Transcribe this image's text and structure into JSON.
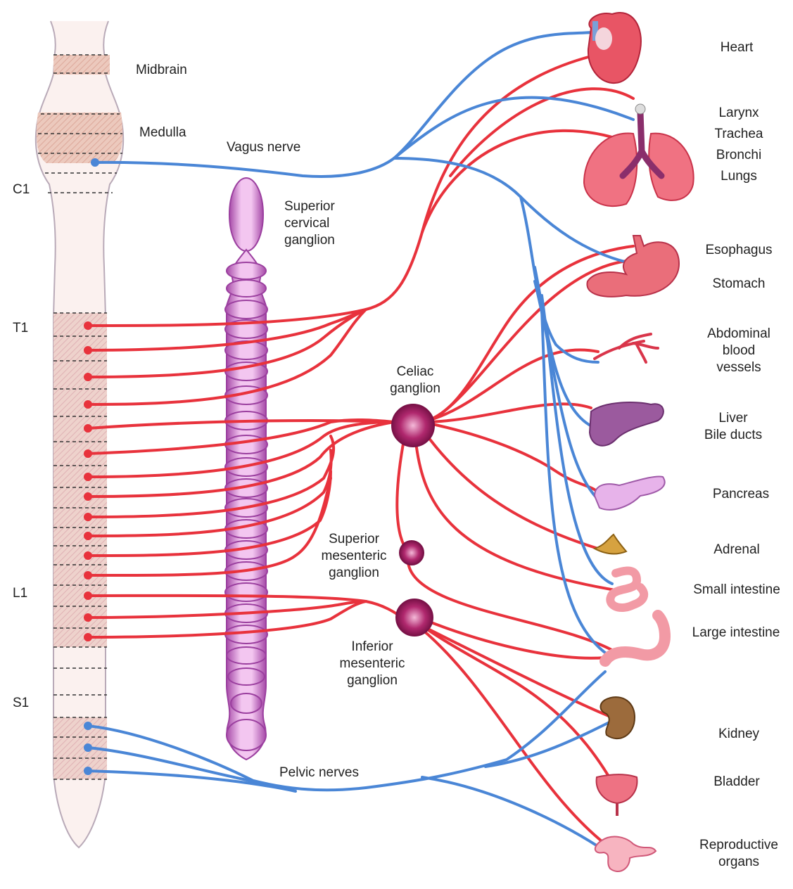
{
  "cns_labels": {
    "midbrain": "Midbrain",
    "medulla": "Medulla",
    "c1": "C1",
    "t1": "T1",
    "l1": "L1",
    "s1": "S1"
  },
  "nerve_labels": {
    "vagus": "Vagus nerve",
    "pelvic": "Pelvic nerves"
  },
  "ganglia": {
    "superior_cervical": [
      "Superior",
      "cervical",
      "ganglion"
    ],
    "celiac": [
      "Celiac",
      "ganglion"
    ],
    "superior_mesenteric": [
      "Superior",
      "mesenteric",
      "ganglion"
    ],
    "inferior_mesenteric": [
      "Inferior",
      "mesenteric",
      "ganglion"
    ]
  },
  "organs": {
    "heart": [
      "Heart"
    ],
    "lungs": [
      "Larynx",
      "Trachea",
      "Bronchi",
      "Lungs"
    ],
    "stomach": [
      "Esophagus",
      "Stomach"
    ],
    "vessels": [
      "Abdominal",
      "blood",
      "vessels"
    ],
    "liver": [
      "Liver",
      "Bile ducts"
    ],
    "pancreas": [
      "Pancreas"
    ],
    "adrenal": [
      "Adrenal"
    ],
    "small_intestine": [
      "Small intestine"
    ],
    "large_intestine": [
      "Large intestine"
    ],
    "kidney": [
      "Kidney"
    ],
    "bladder": [
      "Bladder"
    ],
    "reproductive": [
      "Reproductive",
      "organs"
    ]
  },
  "colors": {
    "sympathetic": "#e8323c",
    "parasympathetic": "#4a86d6",
    "chain": "#c06cc4",
    "spinal_cord": "#f6e7e4"
  }
}
